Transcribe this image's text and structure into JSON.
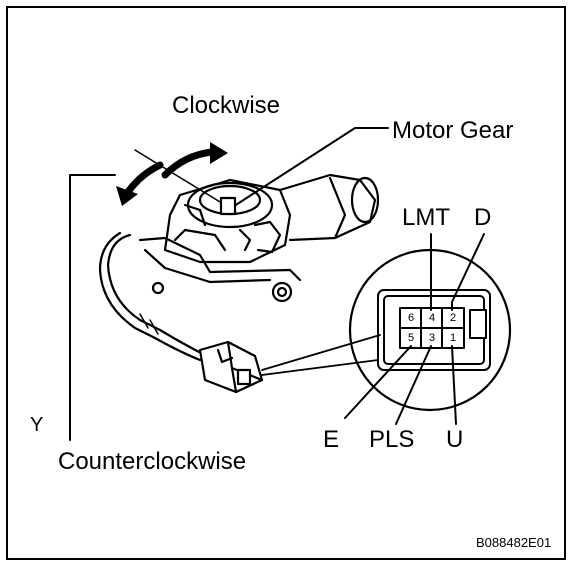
{
  "labels": {
    "clockwise": "Clockwise",
    "counterclockwise": "Counterclockwise",
    "motor_gear": "Motor Gear",
    "y": "Y",
    "figure_code": "B088482E01"
  },
  "connector": {
    "top_labels": [
      "LMT",
      "D"
    ],
    "bottom_labels": [
      "E",
      "PLS",
      "U"
    ],
    "pins_top_row": [
      "6",
      "4",
      "2"
    ],
    "pins_bottom_row": [
      "5",
      "3",
      "1"
    ]
  }
}
